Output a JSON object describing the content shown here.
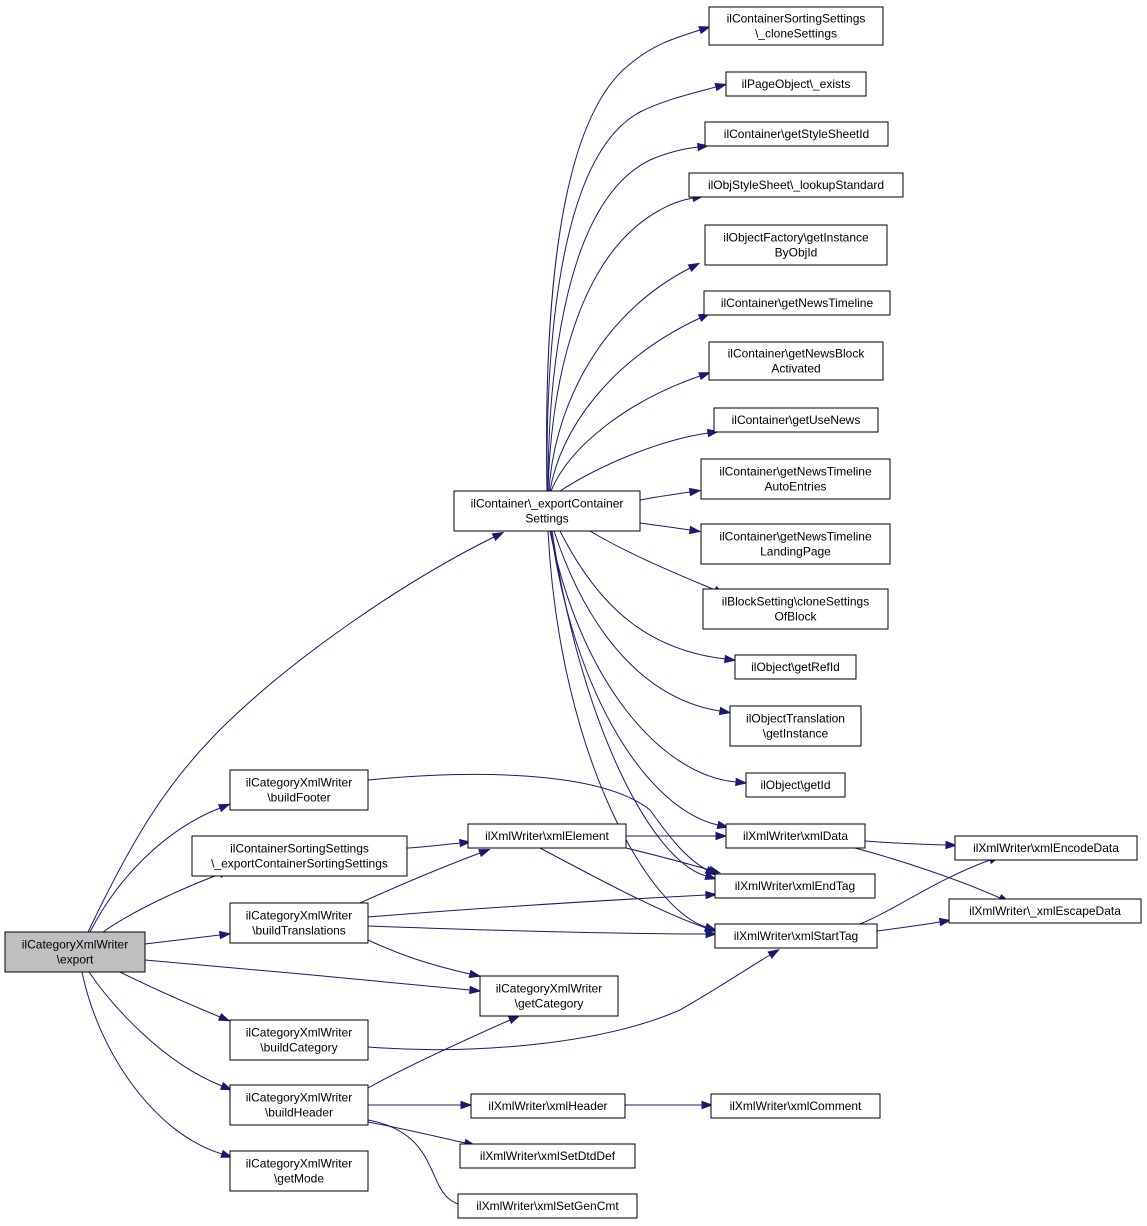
{
  "graph": {
    "root": "export",
    "nodes": [
      {
        "id": "export",
        "lines": [
          "ilCategoryXmlWriter",
          "\\export"
        ],
        "root": true
      },
      {
        "id": "ecs",
        "lines": [
          "ilContainer\\_exportContainer",
          "Settings"
        ]
      },
      {
        "id": "cloneSettings",
        "lines": [
          "ilContainerSortingSettings",
          "\\_cloneSettings"
        ]
      },
      {
        "id": "pgExists",
        "lines": [
          "ilPageObject\\_exists"
        ]
      },
      {
        "id": "getStyleSheetId",
        "lines": [
          "ilContainer\\getStyleSheetId"
        ]
      },
      {
        "id": "lookupStandard",
        "lines": [
          "ilObjStyleSheet\\_lookupStandard"
        ]
      },
      {
        "id": "getInstanceByObjId",
        "lines": [
          "ilObjectFactory\\getInstance",
          "ByObjId"
        ]
      },
      {
        "id": "getNewsTimeline",
        "lines": [
          "ilContainer\\getNewsTimeline"
        ]
      },
      {
        "id": "getNewsBlockActivated",
        "lines": [
          "ilContainer\\getNewsBlock",
          "Activated"
        ]
      },
      {
        "id": "getUseNews",
        "lines": [
          "ilContainer\\getUseNews"
        ]
      },
      {
        "id": "getNewsTimelineAutoEntries",
        "lines": [
          "ilContainer\\getNewsTimeline",
          "AutoEntries"
        ]
      },
      {
        "id": "getNewsTimelineLandingPage",
        "lines": [
          "ilContainer\\getNewsTimeline",
          "LandingPage"
        ]
      },
      {
        "id": "cloneSettingsOfBlock",
        "lines": [
          "ilBlockSetting\\cloneSettings",
          "OfBlock"
        ]
      },
      {
        "id": "getRefId",
        "lines": [
          "ilObject\\getRefId"
        ]
      },
      {
        "id": "otGetInstance",
        "lines": [
          "ilObjectTranslation",
          "\\getInstance"
        ]
      },
      {
        "id": "getId",
        "lines": [
          "ilObject\\getId"
        ]
      },
      {
        "id": "buildFooter",
        "lines": [
          "ilCategoryXmlWriter",
          "\\buildFooter"
        ]
      },
      {
        "id": "exportSorting",
        "lines": [
          "ilContainerSortingSettings",
          "\\_exportContainerSortingSettings"
        ]
      },
      {
        "id": "buildTranslations",
        "lines": [
          "ilCategoryXmlWriter",
          "\\buildTranslations"
        ]
      },
      {
        "id": "buildCategory",
        "lines": [
          "ilCategoryXmlWriter",
          "\\buildCategory"
        ]
      },
      {
        "id": "buildHeader",
        "lines": [
          "ilCategoryXmlWriter",
          "\\buildHeader"
        ]
      },
      {
        "id": "getMode",
        "lines": [
          "ilCategoryXmlWriter",
          "\\getMode"
        ]
      },
      {
        "id": "xmlElement",
        "lines": [
          "ilXmlWriter\\xmlElement"
        ]
      },
      {
        "id": "getCategory",
        "lines": [
          "ilCategoryXmlWriter",
          "\\getCategory"
        ]
      },
      {
        "id": "xmlHeader",
        "lines": [
          "ilXmlWriter\\xmlHeader"
        ]
      },
      {
        "id": "xmlSetDtdDef",
        "lines": [
          "ilXmlWriter\\xmlSetDtdDef"
        ]
      },
      {
        "id": "xmlSetGenCmt",
        "lines": [
          "ilXmlWriter\\xmlSetGenCmt"
        ]
      },
      {
        "id": "xmlData",
        "lines": [
          "ilXmlWriter\\xmlData"
        ]
      },
      {
        "id": "xmlEndTag",
        "lines": [
          "ilXmlWriter\\xmlEndTag"
        ]
      },
      {
        "id": "xmlStartTag",
        "lines": [
          "ilXmlWriter\\xmlStartTag"
        ]
      },
      {
        "id": "xmlComment",
        "lines": [
          "ilXmlWriter\\xmlComment"
        ]
      },
      {
        "id": "xmlEncodeData",
        "lines": [
          "ilXmlWriter\\xmlEncodeData"
        ]
      },
      {
        "id": "xmlEscapeData",
        "lines": [
          "ilXmlWriter\\_xmlEscapeData"
        ]
      }
    ],
    "edges": [
      [
        "export",
        "ecs"
      ],
      [
        "export",
        "buildFooter"
      ],
      [
        "export",
        "exportSorting"
      ],
      [
        "export",
        "buildTranslations"
      ],
      [
        "export",
        "getCategory"
      ],
      [
        "export",
        "buildCategory"
      ],
      [
        "export",
        "buildHeader"
      ],
      [
        "export",
        "getMode"
      ],
      [
        "ecs",
        "cloneSettings"
      ],
      [
        "ecs",
        "pgExists"
      ],
      [
        "ecs",
        "getStyleSheetId"
      ],
      [
        "ecs",
        "lookupStandard"
      ],
      [
        "ecs",
        "getInstanceByObjId"
      ],
      [
        "ecs",
        "getNewsTimeline"
      ],
      [
        "ecs",
        "getNewsBlockActivated"
      ],
      [
        "ecs",
        "getUseNews"
      ],
      [
        "ecs",
        "getNewsTimelineAutoEntries"
      ],
      [
        "ecs",
        "getNewsTimelineLandingPage"
      ],
      [
        "ecs",
        "cloneSettingsOfBlock"
      ],
      [
        "ecs",
        "getRefId"
      ],
      [
        "ecs",
        "otGetInstance"
      ],
      [
        "ecs",
        "getId"
      ],
      [
        "ecs",
        "xmlData"
      ],
      [
        "ecs",
        "xmlEndTag"
      ],
      [
        "ecs",
        "xmlStartTag"
      ],
      [
        "buildFooter",
        "xmlEndTag"
      ],
      [
        "exportSorting",
        "xmlElement"
      ],
      [
        "buildTranslations",
        "xmlElement"
      ],
      [
        "buildTranslations",
        "xmlEndTag"
      ],
      [
        "buildTranslations",
        "xmlStartTag"
      ],
      [
        "buildTranslations",
        "getCategory"
      ],
      [
        "buildCategory",
        "xmlStartTag"
      ],
      [
        "buildHeader",
        "getCategory"
      ],
      [
        "buildHeader",
        "xmlHeader"
      ],
      [
        "buildHeader",
        "xmlSetDtdDef"
      ],
      [
        "buildHeader",
        "xmlSetGenCmt"
      ],
      [
        "xmlElement",
        "xmlData"
      ],
      [
        "xmlElement",
        "xmlEndTag"
      ],
      [
        "xmlElement",
        "xmlStartTag"
      ],
      [
        "xmlData",
        "xmlEncodeData"
      ],
      [
        "xmlData",
        "xmlEscapeData"
      ],
      [
        "xmlStartTag",
        "xmlEncodeData"
      ],
      [
        "xmlStartTag",
        "xmlEscapeData"
      ],
      [
        "xmlHeader",
        "xmlComment"
      ]
    ]
  }
}
